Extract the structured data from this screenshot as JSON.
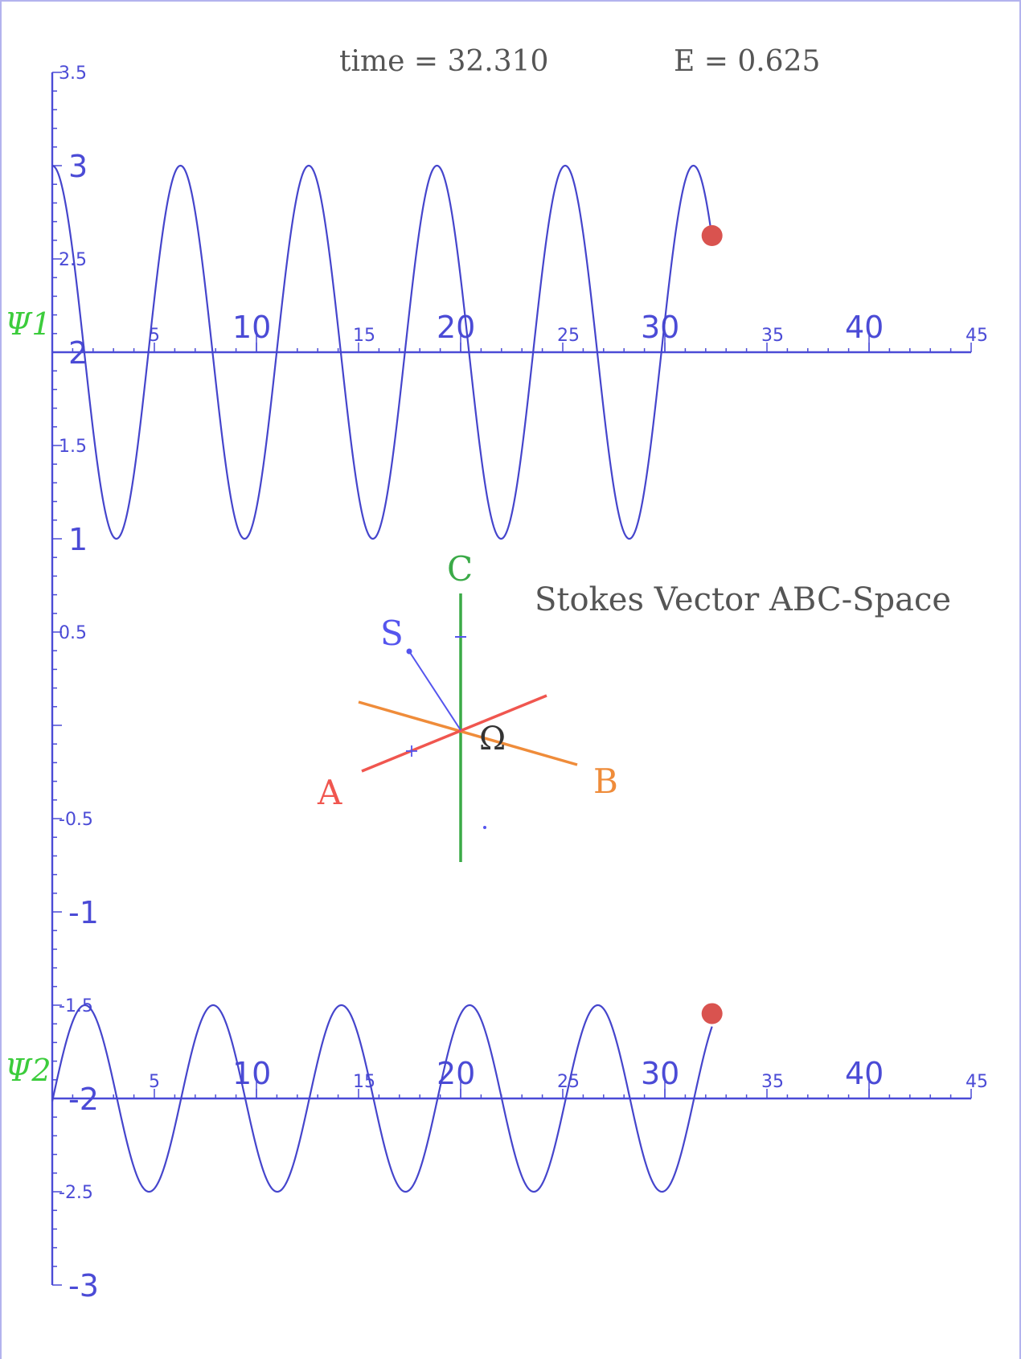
{
  "header": {
    "time_label": "time = 32.310",
    "energy_label": "E = 0.625"
  },
  "chart_data": {
    "type": "line",
    "x": {
      "range": [
        0,
        45
      ],
      "major_ticks": [
        10,
        20,
        30,
        40
      ],
      "minor_labeled_ticks": [
        5,
        15,
        25,
        35,
        45
      ],
      "minor_step": 1
    },
    "y_axis": {
      "ticks": [
        {
          "v": 3.5,
          "label": "3.5",
          "size": "small"
        },
        {
          "v": 3,
          "label": "3",
          "size": "large"
        },
        {
          "v": 2.5,
          "label": "2.5",
          "size": "small"
        },
        {
          "v": 2,
          "label": "2",
          "size": "large"
        },
        {
          "v": 1.5,
          "label": "1.5",
          "size": "small"
        },
        {
          "v": 1,
          "label": "1",
          "size": "large"
        },
        {
          "v": 0.5,
          "label": "0.5",
          "size": "small"
        },
        {
          "v": -0.5,
          "label": "-0.5",
          "size": "small"
        },
        {
          "v": -1,
          "label": "-1",
          "size": "large"
        },
        {
          "v": -1.5,
          "label": "-1.5",
          "size": "small"
        },
        {
          "v": -2,
          "label": "-2",
          "size": "large"
        },
        {
          "v": -2.5,
          "label": "-2.5",
          "size": "small"
        },
        {
          "v": -3,
          "label": "-3",
          "size": "large"
        }
      ],
      "minor_step": 0.1,
      "range": [
        -3,
        3.5
      ]
    },
    "series": [
      {
        "name": "Ψ1",
        "baseline": 2,
        "amplitude": 1,
        "period": 6.28,
        "phase_peak_at": 0,
        "x_end": 32.31,
        "end_value": 2.625,
        "color": "#4545cc",
        "marker_color": "#d9534f"
      },
      {
        "name": "Ψ2",
        "baseline": -2,
        "amplitude": 0.5,
        "period": 6.28,
        "phase_peak_at": 1.6,
        "x_end": 32.31,
        "end_value": -1.545,
        "color": "#4545cc",
        "marker_color": "#d9534f"
      }
    ]
  },
  "stokes": {
    "title": "Stokes Vector ABC-Space",
    "axis_a": "A",
    "axis_b": "B",
    "axis_c": "C",
    "vector_s": "S",
    "omega": "Ω",
    "colors": {
      "a": "#f0564f",
      "b": "#ef8c3a",
      "c": "#3aaa47",
      "s": "#5555ee",
      "omega": "#333333"
    }
  },
  "colors": {
    "axis": "#4b4bd6",
    "psi_label": "#3ccc3c",
    "frame": "#b3b3ee"
  }
}
